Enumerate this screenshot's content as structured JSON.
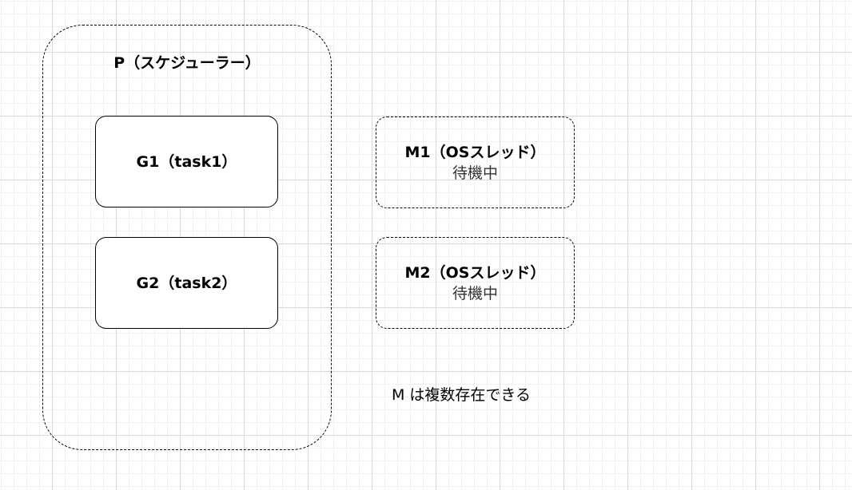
{
  "diagram": {
    "processor": {
      "label": "P（スケジューラー）"
    },
    "goroutines": [
      {
        "label": "G1（task1）"
      },
      {
        "label": "G2（task2）"
      }
    ],
    "machines": [
      {
        "label": "M1（OSスレッド）",
        "status": "待機中"
      },
      {
        "label": "M2（OSスレッド）",
        "status": "待機中"
      }
    ],
    "note": "M は複数存在できる"
  }
}
